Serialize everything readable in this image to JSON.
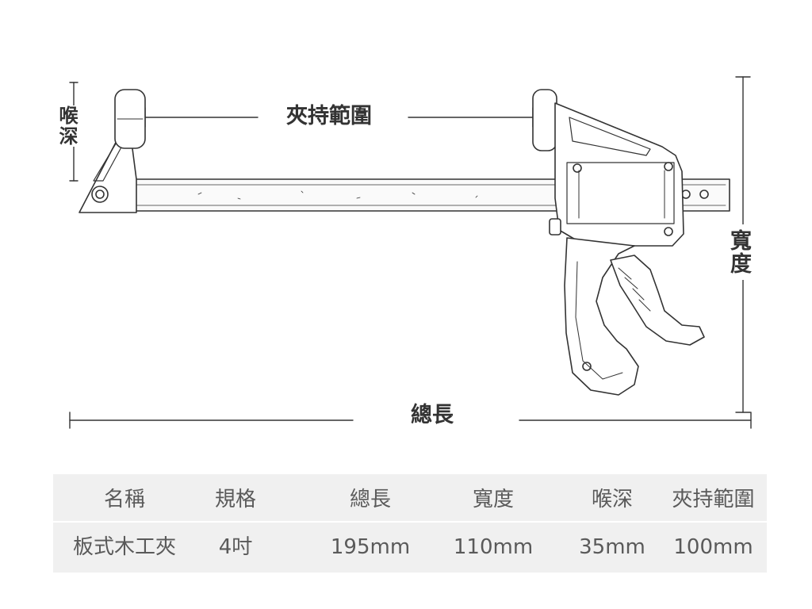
{
  "diagram": {
    "title": "板式木工夾尺寸圖",
    "labels": {
      "clamp_range": "夾持範圍",
      "total_length": "總長",
      "throat_depth": "喉深",
      "width": "寬度"
    }
  },
  "spec_table": {
    "headers": [
      "名稱",
      "規格",
      "總長",
      "寬度",
      "喉深",
      "夾持範圍"
    ],
    "rows": [
      [
        "板式木工夾",
        "4吋",
        "195mm",
        "110mm",
        "35mm",
        "100mm"
      ]
    ]
  },
  "colors": {
    "line": "#333333",
    "table_background": "#f0f0f0",
    "table_text": "#5a5a5a"
  }
}
